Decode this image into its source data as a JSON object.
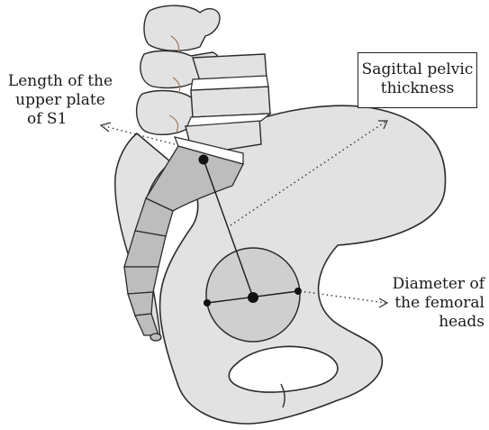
{
  "labels": {
    "upper_plate": [
      "Length of the",
      "upper plate",
      "of S1"
    ],
    "sagittal": [
      "Sagittal pelvic",
      "thickness"
    ],
    "diameter": [
      "Diameter of",
      "the femoral",
      "heads"
    ]
  },
  "colors": {
    "bone_fill": "#e2e2e2",
    "sacrum_fill": "#bdbdbd",
    "femoral_head_fill": "#cfcfcf",
    "outline": "#2b2b2b",
    "joint_accent": "#a0785a"
  }
}
